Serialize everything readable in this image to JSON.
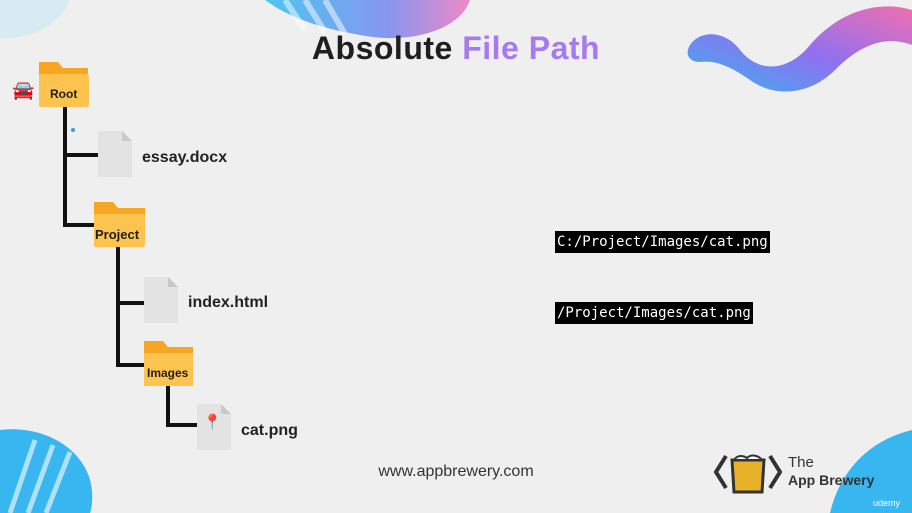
{
  "slide": {
    "title_part1": "Absolute",
    "title_part2": "File Path",
    "website": "www.appbrewery.com",
    "brand_line1": "The",
    "brand_line2": "App Brewery",
    "watermark": "udemy"
  },
  "tree": {
    "root_label": "Root",
    "essay_label": "essay.docx",
    "project_label": "Project",
    "index_label": "index.html",
    "images_label": "Images",
    "cat_label": "cat.png",
    "car_emoji": "🚘",
    "pin_emoji": "📍"
  },
  "paths": {
    "with_drive": "C:/Project/Images/cat.png",
    "without_drive": "/Project/Images/cat.png"
  },
  "colors": {
    "title_dark": "#1f1f1f",
    "title_accent": "#a77bf0",
    "folder": "#f8b73c",
    "blob_blue": "#2fb4ec",
    "blob_purple": "#a06cf0"
  }
}
